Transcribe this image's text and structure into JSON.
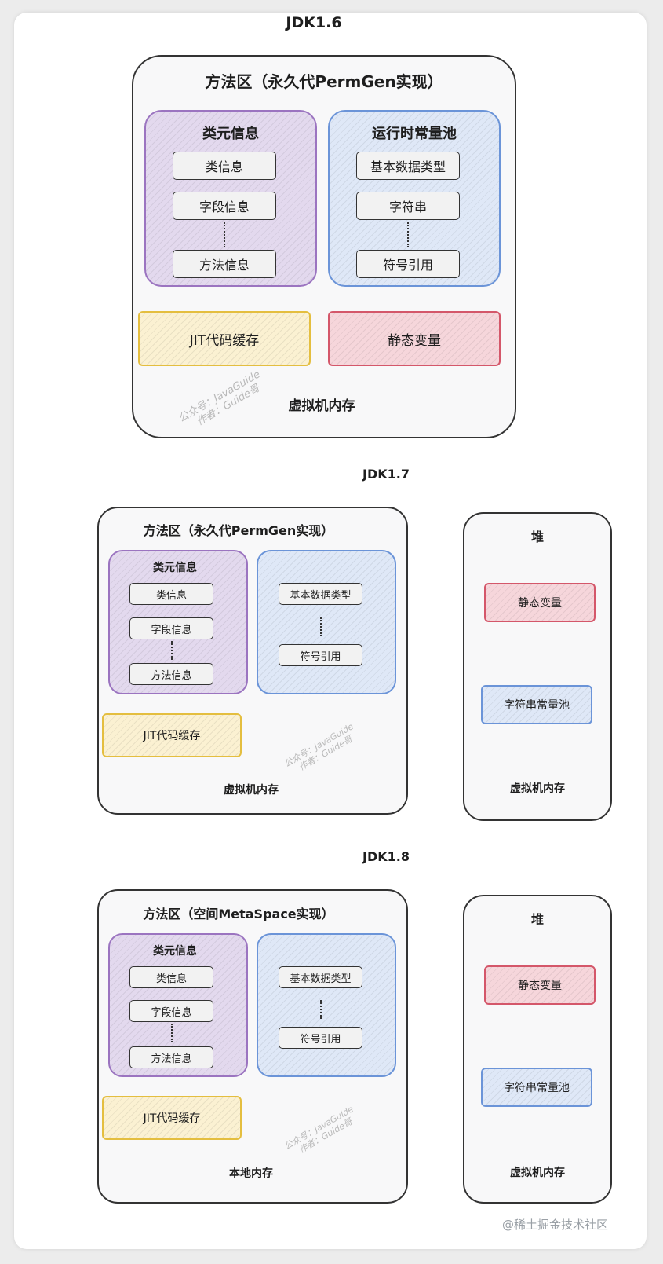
{
  "jdk16": {
    "title": "JDK1.6",
    "method_area": "方法区（永久代PermGen实现）",
    "class_meta": {
      "title": "类元信息",
      "items": [
        "类信息",
        "字段信息",
        "方法信息"
      ]
    },
    "runtime_pool": {
      "title": "运行时常量池",
      "items": [
        "基本数据类型",
        "字符串",
        "符号引用"
      ]
    },
    "jit": "JIT代码缓存",
    "static_vars": "静态变量",
    "memory": "虚拟机内存"
  },
  "jdk17": {
    "title": "JDK1.7",
    "method_area": "方法区（永久代PermGen实现）",
    "class_meta": {
      "title": "类元信息",
      "items": [
        "类信息",
        "字段信息",
        "方法信息"
      ]
    },
    "runtime_pool": {
      "items": [
        "基本数据类型",
        "符号引用"
      ]
    },
    "jit": "JIT代码缓存",
    "memory": "虚拟机内存",
    "heap": {
      "title": "堆",
      "static_vars": "静态变量",
      "string_pool": "字符串常量池",
      "memory": "虚拟机内存"
    }
  },
  "jdk18": {
    "title": "JDK1.8",
    "method_area": "方法区（空间MetaSpace实现）",
    "class_meta": {
      "title": "类元信息",
      "items": [
        "类信息",
        "字段信息",
        "方法信息"
      ]
    },
    "runtime_pool": {
      "items": [
        "基本数据类型",
        "符号引用"
      ]
    },
    "jit": "JIT代码缓存",
    "memory": "本地内存",
    "heap": {
      "title": "堆",
      "static_vars": "静态变量",
      "string_pool": "字符串常量池",
      "memory": "虚拟机内存"
    }
  },
  "watermark": {
    "line1": "公众号：JavaGuide",
    "line2": "作者：Guide哥"
  },
  "corner_watermark": "@稀土掘金技术社区"
}
